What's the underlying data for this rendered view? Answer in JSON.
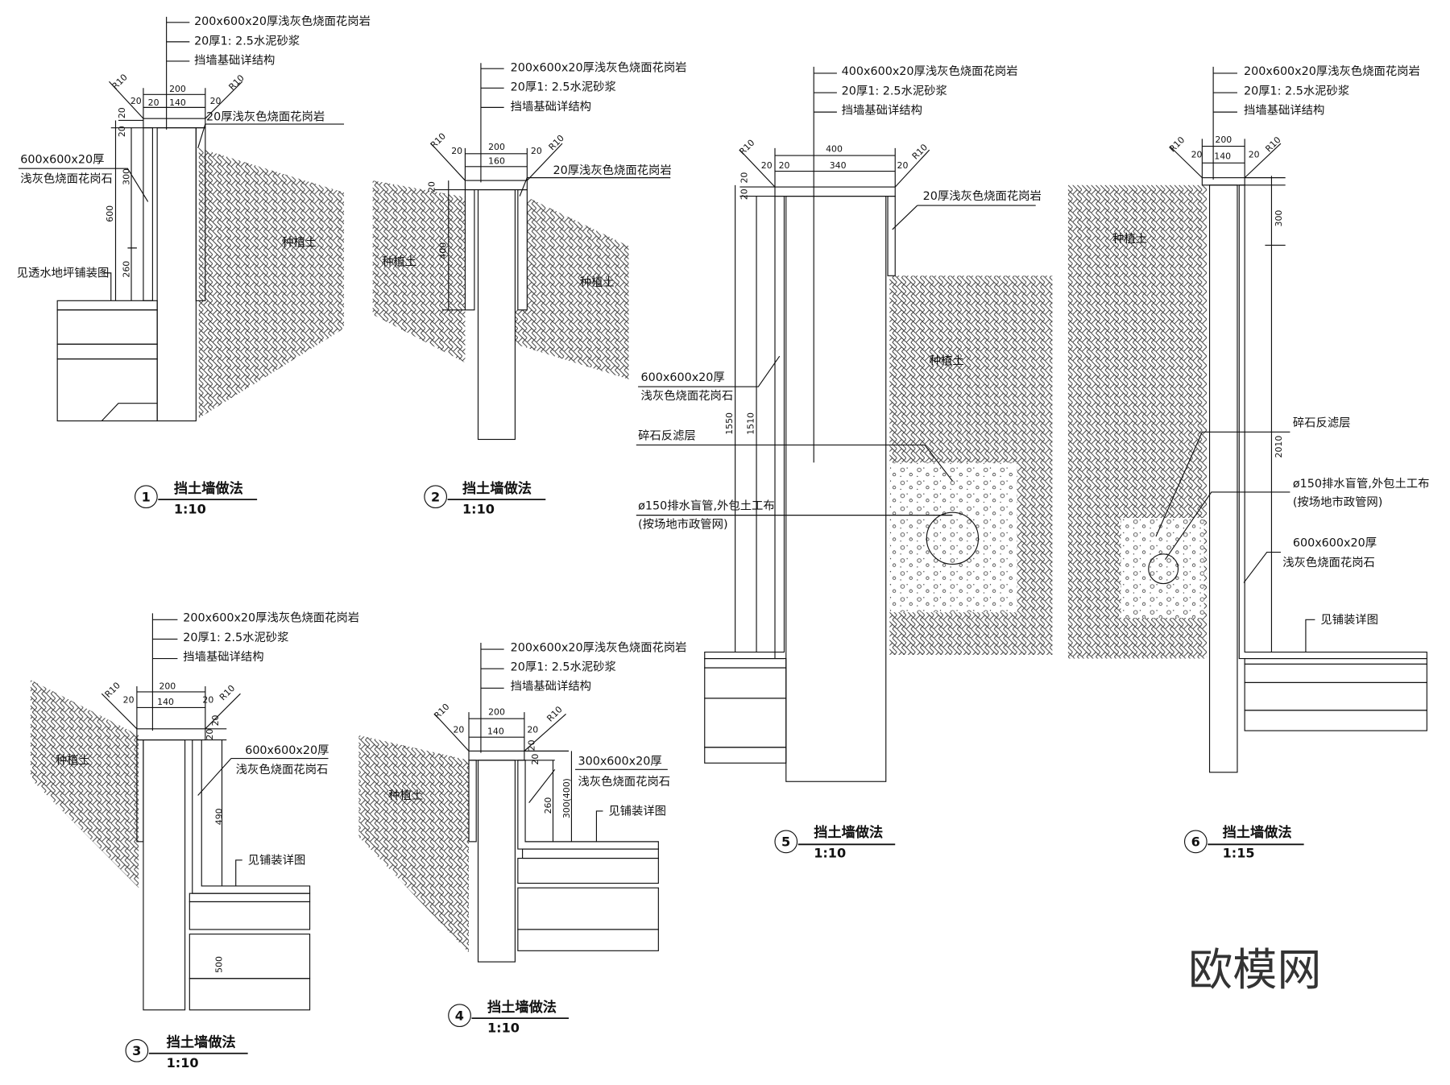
{
  "common": {
    "title": "挡土墙做法",
    "radius": "R10",
    "granite_20": "20厚浅灰色烧面花岗岩",
    "mortar": "20厚1: 2.5水泥砂浆",
    "foundation": "挡墙基础详结构",
    "soil": "种植土",
    "paver_size": "600x600x20厚",
    "paver_name": "浅灰色烧面花岗石",
    "paving_ref": "见铺装详图",
    "gravel_filter": "碎石反滤层",
    "drain_pipe": "ø150排水盲管,外包土工布",
    "drain_note": "(按场地市政管网)"
  },
  "d1": {
    "num": "1",
    "scale": "1:10",
    "cap": "200x600x20厚浅灰色烧面花岗岩",
    "note": "见透水地坪铺装图",
    "dims": {
      "w": "200",
      "a": "20",
      "b": "20",
      "c": "140",
      "d": "20",
      "e": "20",
      "f": "20",
      "g": "300",
      "h": "600",
      "i": "260"
    }
  },
  "d2": {
    "num": "2",
    "scale": "1:10",
    "cap": "200x600x20厚浅灰色烧面花岗岩",
    "dims": {
      "w": "200",
      "a": "20",
      "c": "160",
      "d": "20",
      "e": "20",
      "h": "400"
    }
  },
  "d3": {
    "num": "3",
    "scale": "1:10",
    "cap": "200x600x20厚浅灰色烧面花岗岩",
    "dims": {
      "w": "200",
      "a": "20",
      "c": "140",
      "d": "20",
      "e": "20",
      "f": "20",
      "h": "490",
      "i": "500"
    }
  },
  "d4": {
    "num": "4",
    "scale": "1:10",
    "cap": "200x600x20厚浅灰色烧面花岗岩",
    "paver_size": "300x600x20厚",
    "dims": {
      "w": "200",
      "a": "20",
      "c": "140",
      "d": "20",
      "e": "20",
      "f": "20",
      "g": "260",
      "h": "300(400)"
    }
  },
  "d5": {
    "num": "5",
    "scale": "1:10",
    "cap": "400x600x20厚浅灰色烧面花岗岩",
    "dims": {
      "w": "400",
      "a": "20",
      "b": "20",
      "c": "340",
      "d": "20",
      "e": "20",
      "f": "20",
      "h": "1550",
      "i": "1510"
    }
  },
  "d6": {
    "num": "6",
    "scale": "1:15",
    "cap": "200x600x20厚浅灰色烧面花岗岩",
    "dims": {
      "w": "200",
      "a": "20",
      "c": "140",
      "d": "20",
      "g": "300",
      "h": "2010"
    }
  },
  "watermark": "欧模网"
}
